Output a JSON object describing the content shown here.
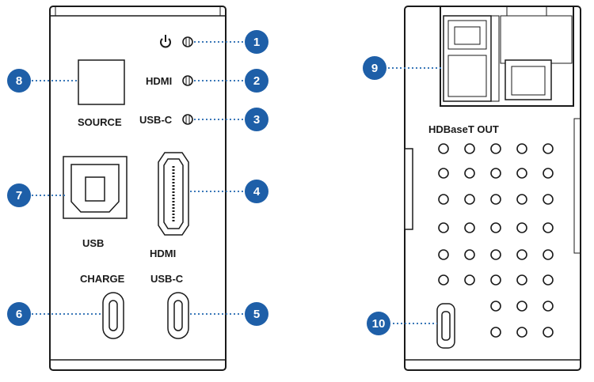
{
  "front": {
    "labels": {
      "source": "SOURCE",
      "hdmi_led": "HDMI",
      "usbc_led": "USB-C",
      "usb": "USB",
      "hdmi_port": "HDMI",
      "charge": "CHARGE",
      "usbc_port": "USB-C"
    }
  },
  "back": {
    "labels": {
      "hdbaset_out": "HDBaseT OUT"
    }
  },
  "callouts": [
    "1",
    "2",
    "3",
    "4",
    "5",
    "6",
    "7",
    "8",
    "9",
    "10"
  ],
  "colors": {
    "callout": "#1e5fa8",
    "leader": "#3b78b8",
    "outline": "#1a1a1a"
  },
  "icons": {
    "power": "power-icon"
  }
}
